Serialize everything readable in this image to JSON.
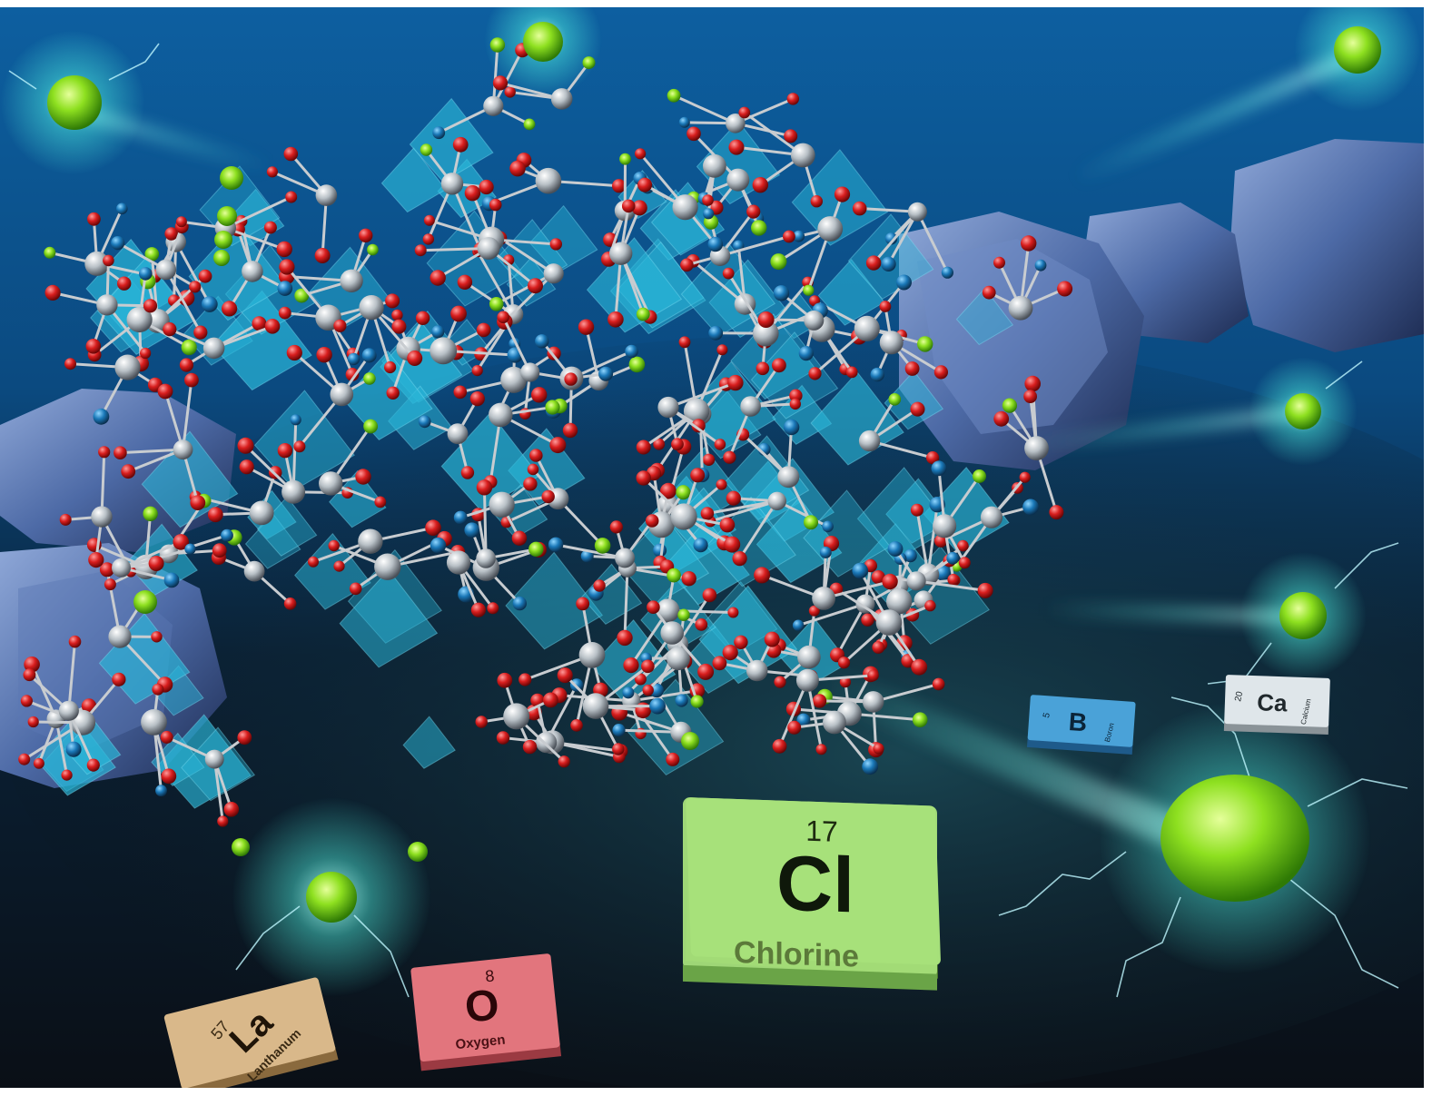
{
  "colors": {
    "background_top": "#0d5fa0",
    "background_bottom": "#0a0f16",
    "oxygen_atom": "#d81e1e",
    "chlorine_ion": "#8ee020",
    "metal_atom": "#c9cfd4",
    "polyhedron": "#2ab6d8",
    "glow": "#4ff0e0"
  },
  "elements": [
    {
      "id": "chlorine",
      "number": "17",
      "symbol": "Cl",
      "name": "Chlorine",
      "color": "#a6e07a"
    },
    {
      "id": "oxygen",
      "number": "8",
      "symbol": "O",
      "name": "Oxygen",
      "color": "#e2757d"
    },
    {
      "id": "lanthanum",
      "number": "57",
      "symbol": "La",
      "name": "Lanthanum",
      "color": "#d9b88a"
    },
    {
      "id": "boron",
      "number": "5",
      "symbol": "B",
      "name": "Boron",
      "color": "#4aa2d8"
    },
    {
      "id": "calcium",
      "number": "20",
      "symbol": "Ca",
      "name": "Calcium",
      "color": "#dfe6ea"
    }
  ]
}
